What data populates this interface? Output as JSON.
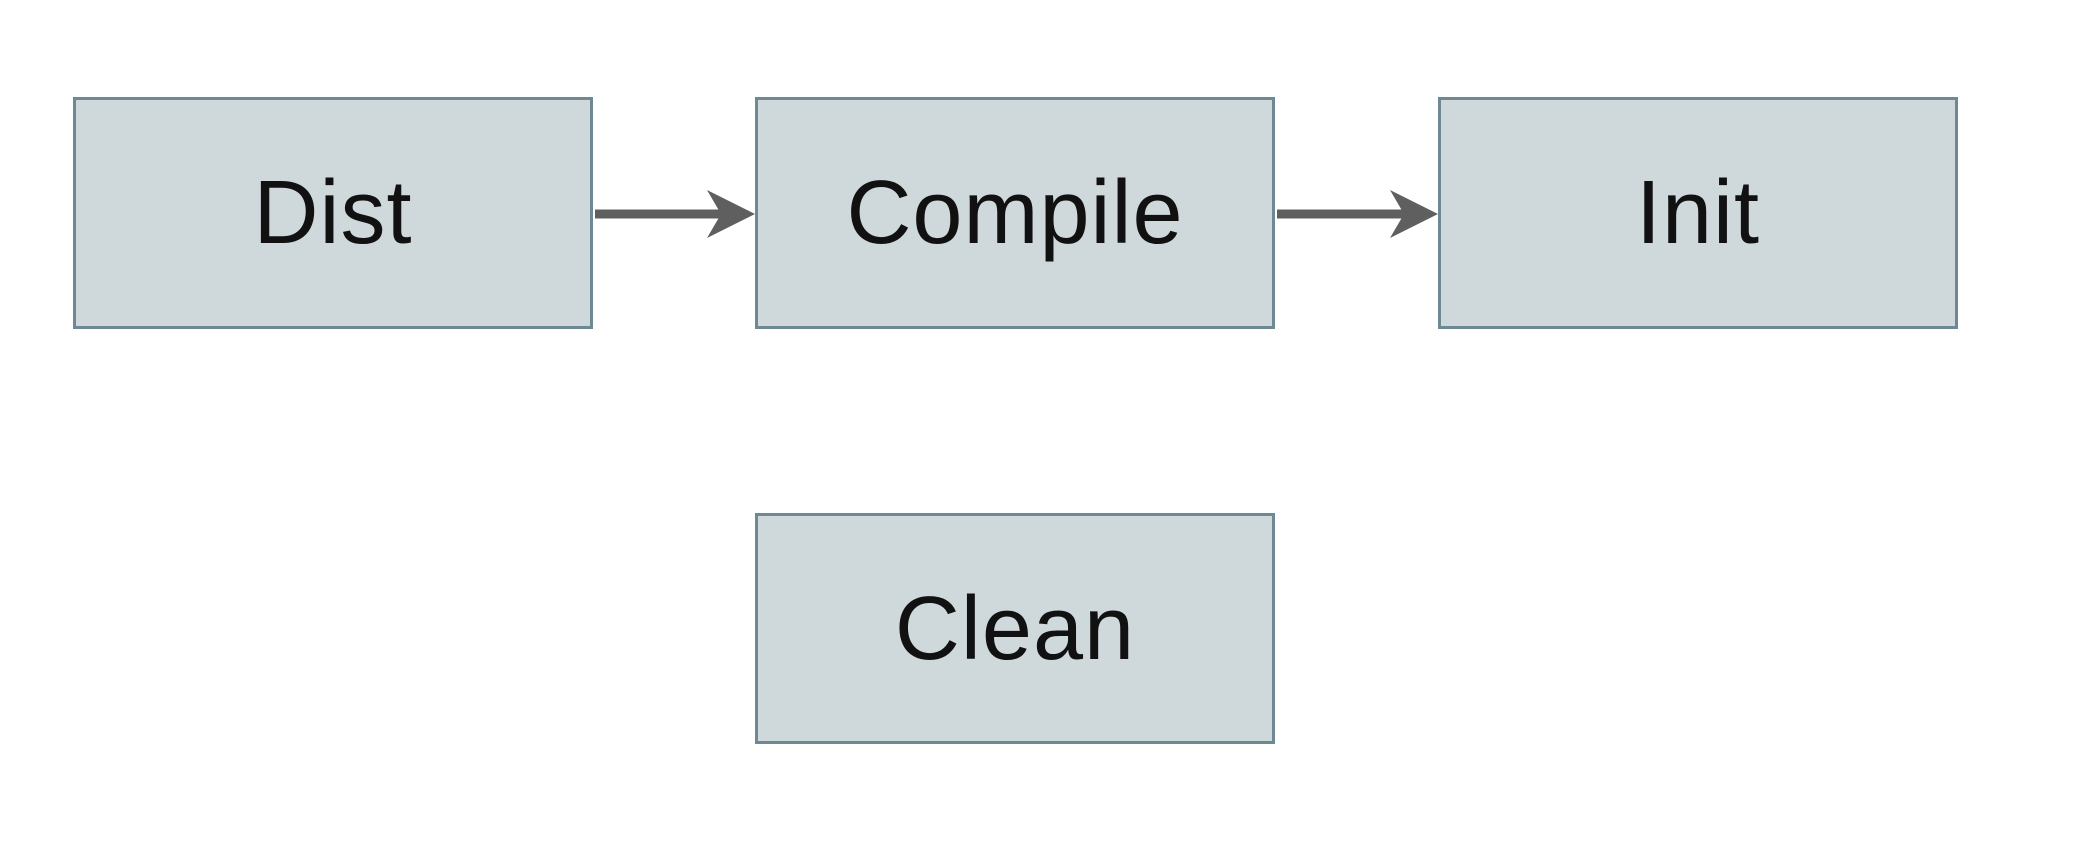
{
  "diagram": {
    "title": "task-dependency-flowchart",
    "nodes": [
      {
        "id": "dist",
        "label": "Dist"
      },
      {
        "id": "compile",
        "label": "Compile"
      },
      {
        "id": "init",
        "label": "Init"
      },
      {
        "id": "clean",
        "label": "Clean"
      }
    ],
    "edges": [
      {
        "from": "dist",
        "to": "compile"
      },
      {
        "from": "compile",
        "to": "init"
      }
    ],
    "colors": {
      "node_fill": "#cfd8db",
      "node_border": "#6e8894",
      "arrow": "#5f5f5f",
      "text": "#111111",
      "background": "#ffffff"
    }
  }
}
